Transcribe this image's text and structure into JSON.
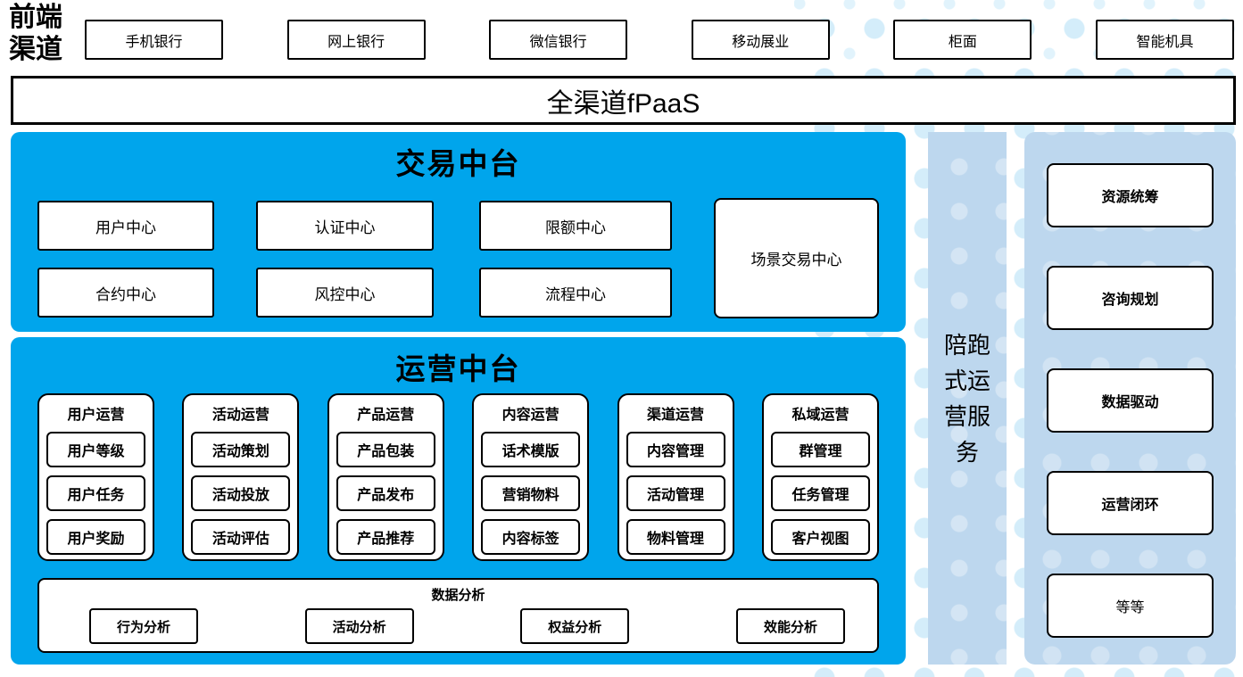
{
  "colors": {
    "primary_blue": "#00a5ec",
    "panel_blue": "#bdd7ee",
    "dot_color": "#d4edfa"
  },
  "front_channels": {
    "label": "前端渠道",
    "items": [
      "手机银行",
      "网上银行",
      "微信银行",
      "移动展业",
      "柜面",
      "智能机具"
    ]
  },
  "fpaas": {
    "label": "全渠道fPaaS"
  },
  "trade_platform": {
    "title": "交易中台",
    "row1": [
      "用户中心",
      "认证中心",
      "限额中心"
    ],
    "row2": [
      "合约中心",
      "风控中心",
      "流程中心"
    ],
    "scene_center": "场景交易中心"
  },
  "operation_platform": {
    "title": "运营中台",
    "groups": [
      {
        "title": "用户运营",
        "items": [
          "用户等级",
          "用户任务",
          "用户奖励"
        ]
      },
      {
        "title": "活动运营",
        "items": [
          "活动策划",
          "活动投放",
          "活动评估"
        ]
      },
      {
        "title": "产品运营",
        "items": [
          "产品包装",
          "产品发布",
          "产品推荐"
        ]
      },
      {
        "title": "内容运营",
        "items": [
          "话术模版",
          "营销物料",
          "内容标签"
        ]
      },
      {
        "title": "渠道运营",
        "items": [
          "内容管理",
          "活动管理",
          "物料管理"
        ]
      },
      {
        "title": "私域运营",
        "items": [
          "群管理",
          "任务管理",
          "客户视图"
        ]
      }
    ],
    "analysis": {
      "title": "数据分析",
      "items": [
        "行为分析",
        "活动分析",
        "权益分析",
        "效能分析"
      ]
    }
  },
  "runner_service": {
    "label": "陪跑式运营服务"
  },
  "right_panel": {
    "items": [
      "资源统筹",
      "咨询规划",
      "数据驱动",
      "运营闭环",
      "等等"
    ]
  }
}
